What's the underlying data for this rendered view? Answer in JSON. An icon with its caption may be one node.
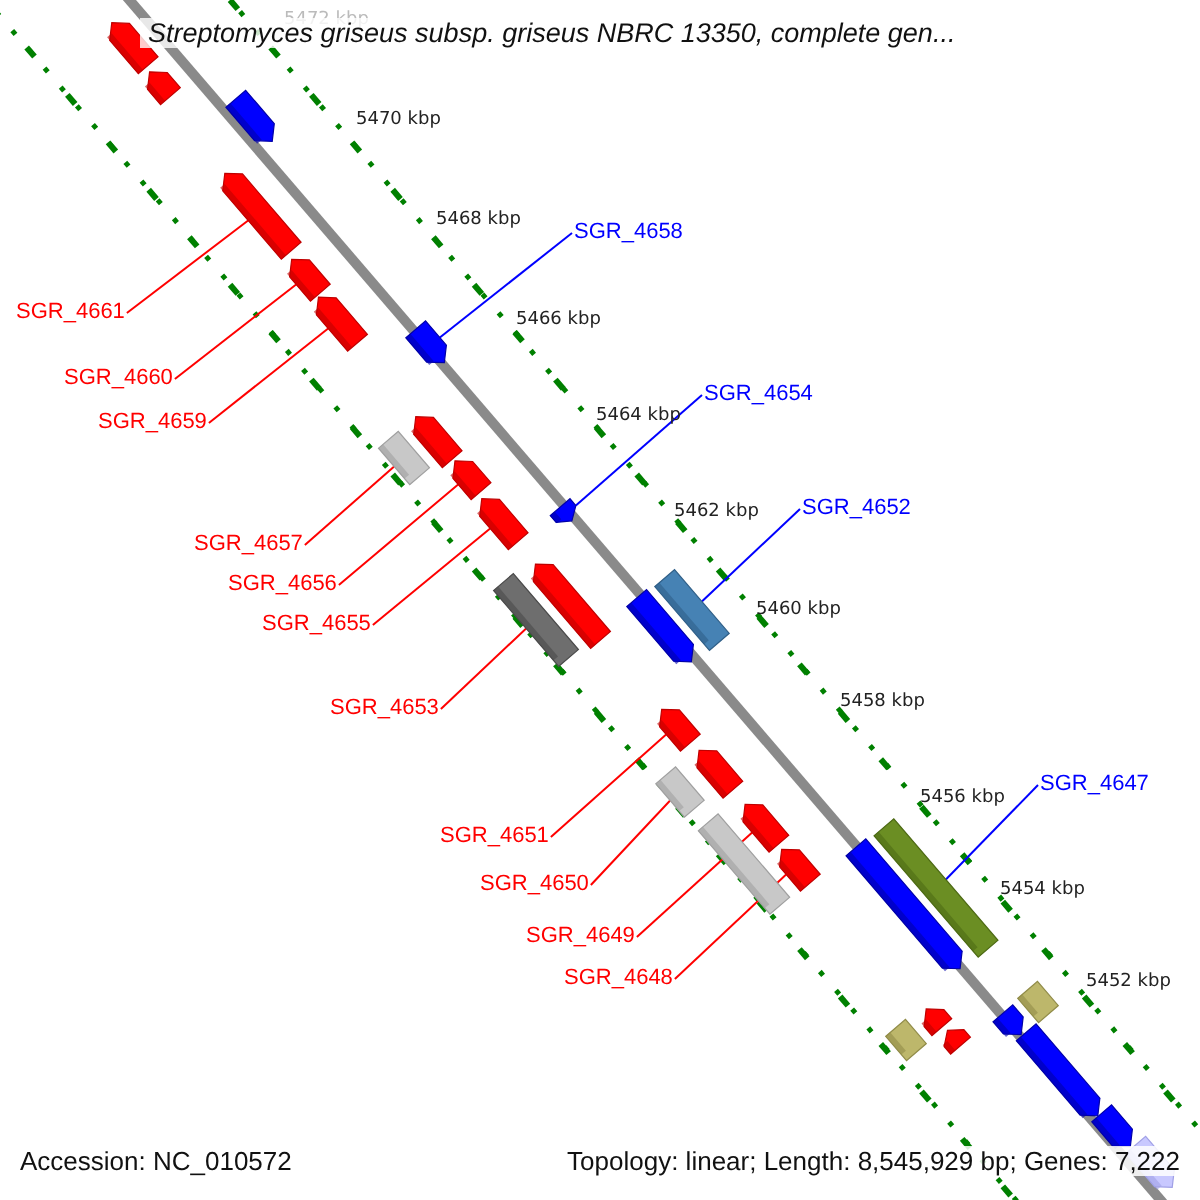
{
  "diagram": {
    "title": "Streptomyces griseus subsp. griseus NBRC 13350, complete gen...",
    "nodes": [
      {
        "text": [
          "SGR_4658"
        ]
      },
      {
        "text": [
          "SGR_4661"
        ]
      },
      {
        "text": [
          "SGR_4660"
        ]
      },
      {
        "text": [
          "SGR_4654"
        ]
      },
      {
        "text": [
          "SGR_4659"
        ]
      },
      {
        "text": [
          "SGR_4652"
        ]
      },
      {
        "text": [
          "SGR_4657"
        ]
      },
      {
        "text": [
          "SGR_4656"
        ]
      },
      {
        "text": [
          "SGR_4655"
        ]
      },
      {
        "text": [
          "SGR_4653"
        ]
      },
      {
        "text": [
          "SGR_4647"
        ]
      },
      {
        "text": [
          "SGR_4651"
        ]
      },
      {
        "text": [
          "SGR_4650"
        ]
      },
      {
        "text": [
          "SGR_4649"
        ]
      },
      {
        "text": [
          "SGR_4648"
        ]
      },
      {
        "text": [],
        "shape": "arrow"
      },
      {
        "text": [],
        "shape": "arrow"
      },
      {
        "text": [],
        "shape": "arrow"
      },
      {
        "text": [],
        "shape": "arrow"
      },
      {
        "text": [],
        "shape": "arrow"
      },
      {
        "text": [],
        "shape": "box"
      },
      {
        "text": [],
        "shape": "box"
      },
      {
        "text": [],
        "shape": "arrow"
      },
      {
        "text": [],
        "shape": "arrow"
      },
      {
        "text": [],
        "shape": "box"
      },
      {
        "text": [],
        "shape": "box"
      },
      {
        "text": [],
        "shape": "arrow"
      },
      {
        "text": [],
        "shape": "box"
      },
      {
        "text": [],
        "shape": "arrow"
      },
      {
        "text": [],
        "shape": "arrow"
      },
      {
        "text": [],
        "shape": "arrow"
      },
      {
        "text": [],
        "shape": "arrow"
      },
      {
        "text": [],
        "shape": "arrow"
      },
      {
        "text": [],
        "shape": "arrow"
      },
      {
        "text": [],
        "shape": "arrow"
      },
      {
        "text": [],
        "shape": "arrow"
      },
      {
        "text": [],
        "shape": "arrow"
      },
      {
        "text": [],
        "shape": "box"
      },
      {
        "text": [],
        "shape": "arrow"
      },
      {
        "text": [],
        "shape": "box"
      },
      {
        "text": [],
        "shape": "box"
      },
      {
        "text": [],
        "shape": "arrow"
      },
      {
        "text": [],
        "shape": "arrow"
      },
      {
        "text": [],
        "shape": "arrow"
      },
      {
        "text": [],
        "shape": "arrow"
      },
      {
        "text": [],
        "shape": "arrow"
      },
      {
        "text": [],
        "shape": "arrow"
      }
    ],
    "edges": [
      {
        "from": 0,
        "to": 15,
        "arrow": "none",
        "color": "#0000ff"
      },
      {
        "from": 1,
        "to": 16,
        "arrow": "none"
      },
      {
        "from": 2,
        "to": 17,
        "arrow": "none"
      },
      {
        "from": 3,
        "to": 18,
        "arrow": "none",
        "color": "#0000ff"
      },
      {
        "from": 4,
        "to": 19,
        "arrow": "none"
      },
      {
        "from": 5,
        "to": 20,
        "arrow": "none",
        "color": "#0000ff"
      },
      {
        "from": 6,
        "to": 21,
        "arrow": "none"
      },
      {
        "from": 7,
        "to": 22,
        "arrow": "none"
      },
      {
        "from": 8,
        "to": 23,
        "arrow": "none"
      },
      {
        "from": 9,
        "to": 24,
        "arrow": "none"
      },
      {
        "from": 10,
        "to": 25,
        "arrow": "none",
        "color": "#0000ff"
      },
      {
        "from": 11,
        "to": 26,
        "arrow": "none"
      },
      {
        "from": 12,
        "to": 27,
        "arrow": "none"
      },
      {
        "from": 13,
        "to": 28,
        "arrow": "none"
      },
      {
        "from": 14,
        "to": 29,
        "arrow": "none"
      }
    ],
    "labels": [
      "5472 kbp",
      "5470 kbp",
      "5468 kbp",
      "5466 kbp",
      "5464 kbp",
      "5462 kbp",
      "5460 kbp",
      "5458 kbp",
      "5456 kbp",
      "5454 kbp",
      "5452 kbp",
      "Accession: NC_010572",
      "Topology: linear; Length: 8,545,929 bp; Genes: 7,222"
    ]
  }
}
